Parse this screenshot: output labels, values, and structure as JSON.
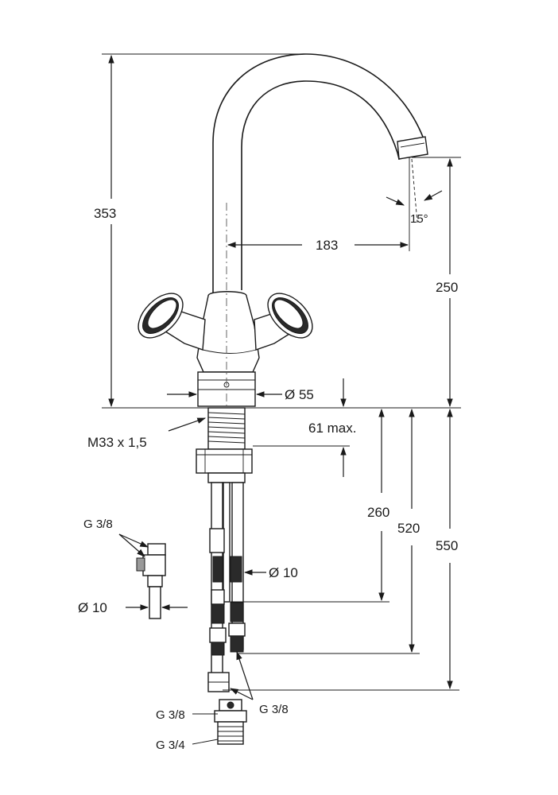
{
  "drawing": {
    "labels": {
      "height_total": "353",
      "reach": "183",
      "angle": "15°",
      "spout_height": "250",
      "base_diameter": "Ø 55",
      "deck_max": "61 max.",
      "thread": "M33 x 1,5",
      "hose_260": "260",
      "hose_520": "520",
      "hose_550": "550",
      "hose_diameter": "Ø 10",
      "valve_thread_top": "G 3/8",
      "valve_pipe_diameter": "Ø 10",
      "hose_end_thread": "G 3/8",
      "adapter_thread_top": "G 3/8",
      "adapter_thread_bottom": "G 3/4"
    }
  }
}
